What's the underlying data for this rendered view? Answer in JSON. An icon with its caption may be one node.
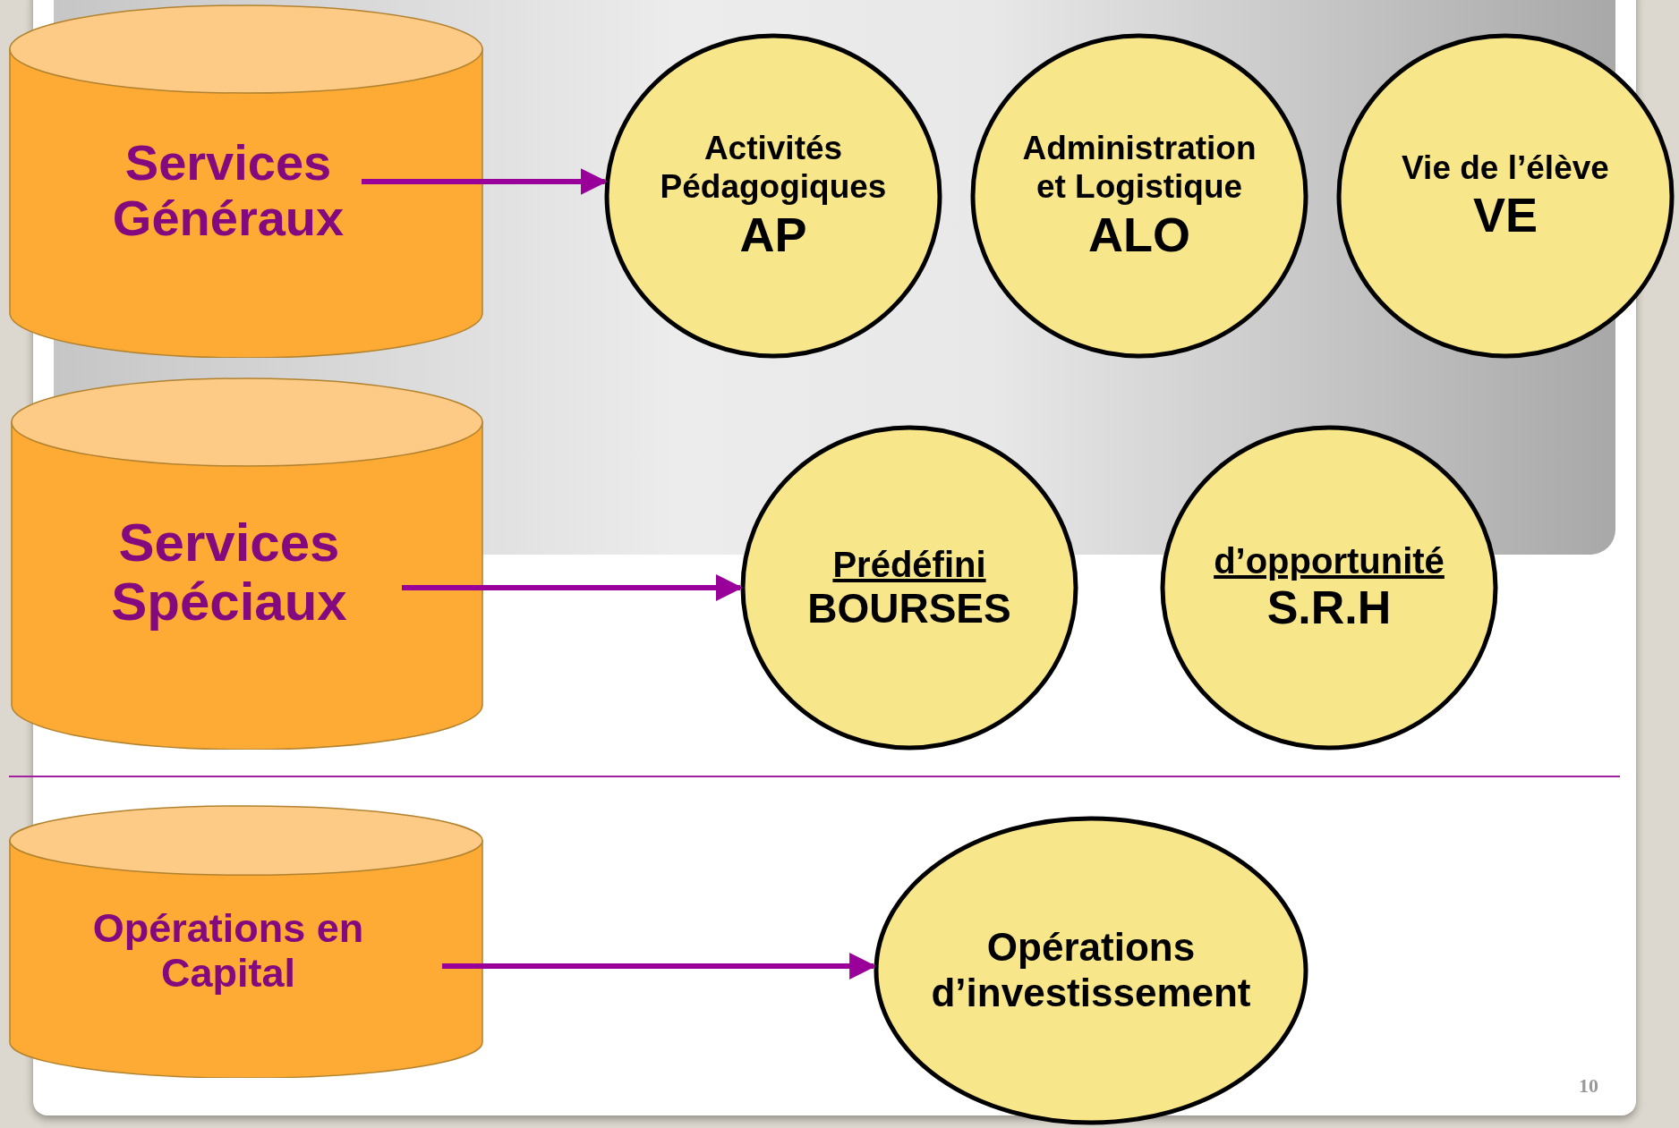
{
  "diagram": {
    "nodes": [
      {
        "text": [
          "Services Généraux"
        ]
      },
      {
        "text": [
          "Activités Pédagogiques",
          "AP"
        ]
      },
      {
        "text": [
          "Administration et Logistique",
          "ALO"
        ]
      },
      {
        "text": [
          "Vie de l’élève",
          "VE"
        ]
      },
      {
        "text": [
          "Services Spéciaux"
        ]
      },
      {
        "text": [
          "Prédéfini",
          "BOURSES"
        ]
      },
      {
        "text": [
          "d’opportunité",
          "S.R.H"
        ]
      },
      {
        "text": [
          "Opérations en Capital"
        ]
      },
      {
        "text": [
          "Opérations d’investissement"
        ]
      }
    ],
    "edges": [
      {
        "from": 0,
        "to": 1,
        "arrow": "to"
      },
      {
        "from": 4,
        "to": 5,
        "arrow": "to"
      },
      {
        "from": 7,
        "to": 8,
        "arrow": "to"
      }
    ],
    "labels": [
      "10"
    ]
  }
}
